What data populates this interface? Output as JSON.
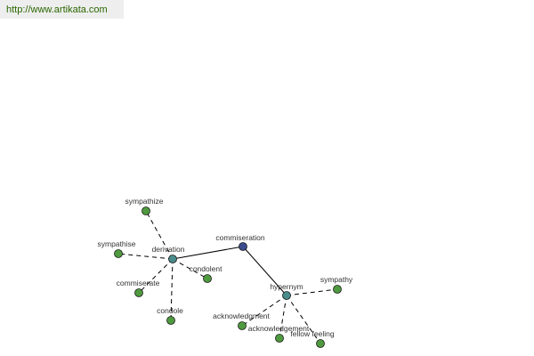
{
  "header": {
    "url": "http://www.artikata.com",
    "url_color": "#2a6600"
  },
  "colors": {
    "root_node": "#3b4c8f",
    "hub_node": "#4a8c8c",
    "leaf_node": "#4f9a3f",
    "node_stroke": "#1a1a1a",
    "edge": "#000000",
    "label": "#333333"
  },
  "graph": {
    "nodes": [
      {
        "id": "commiseration",
        "label": "commiseration",
        "kind": "root"
      },
      {
        "id": "derivation",
        "label": "derivation",
        "kind": "hub"
      },
      {
        "id": "hypernym",
        "label": "hypernym",
        "kind": "hub"
      },
      {
        "id": "sympathize",
        "label": "sympathize",
        "kind": "leaf"
      },
      {
        "id": "sympathise",
        "label": "sympathise",
        "kind": "leaf"
      },
      {
        "id": "commiserate",
        "label": "commiserate",
        "kind": "leaf"
      },
      {
        "id": "condole",
        "label": "condole",
        "kind": "leaf"
      },
      {
        "id": "condolent",
        "label": "condolent",
        "kind": "leaf"
      },
      {
        "id": "sympathy",
        "label": "sympathy",
        "kind": "leaf"
      },
      {
        "id": "acknowledgment",
        "label": "acknowledgment",
        "kind": "leaf"
      },
      {
        "id": "acknowledgement",
        "label": "acknowledgement",
        "kind": "leaf"
      },
      {
        "id": "fellow-feeling",
        "label": "fellow feeling",
        "kind": "leaf"
      }
    ],
    "edges": [
      {
        "from": "commiseration",
        "to": "derivation",
        "style": "solid"
      },
      {
        "from": "commiseration",
        "to": "hypernym",
        "style": "solid"
      },
      {
        "from": "derivation",
        "to": "sympathize",
        "style": "dashed"
      },
      {
        "from": "derivation",
        "to": "sympathise",
        "style": "dashed"
      },
      {
        "from": "derivation",
        "to": "commiserate",
        "style": "dashed"
      },
      {
        "from": "derivation",
        "to": "condole",
        "style": "dashed"
      },
      {
        "from": "derivation",
        "to": "condolent",
        "style": "dashed"
      },
      {
        "from": "hypernym",
        "to": "sympathy",
        "style": "dashed"
      },
      {
        "from": "hypernym",
        "to": "acknowledgment",
        "style": "dashed"
      },
      {
        "from": "hypernym",
        "to": "acknowledgement",
        "style": "dashed"
      },
      {
        "from": "hypernym",
        "to": "fellow-feeling",
        "style": "dashed"
      }
    ]
  }
}
